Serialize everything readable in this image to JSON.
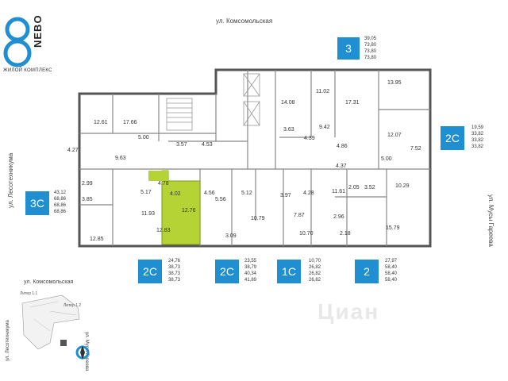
{
  "brand": {
    "name": "NEBO",
    "subtitle": "ЖИЛОЙ КОМПЛЕКС",
    "logo_color": "#1f8fd1"
  },
  "streets": {
    "top": "ул. Комсомольская",
    "left": "ул. Лесотехникума",
    "right": "ул. Мусы Гареева"
  },
  "apartment_types": [
    {
      "label": "3",
      "areas": [
        "39,05",
        "73,80",
        "73,80",
        "73,80"
      ]
    },
    {
      "label": "2С",
      "areas": [
        "19,59",
        "33,82",
        "33,82",
        "33,82"
      ]
    },
    {
      "label": "3С",
      "areas": [
        "43,12",
        "68,86",
        "68,86",
        "68,86"
      ]
    },
    {
      "label": "2С",
      "areas": [
        "24,76",
        "38,73",
        "38,73",
        "38,73"
      ]
    },
    {
      "label": "2С",
      "areas": [
        "23,55",
        "38,79",
        "40,34",
        "41,89"
      ]
    },
    {
      "label": "1С",
      "areas": [
        "10,70",
        "26,82",
        "26,82",
        "26,82"
      ]
    },
    {
      "label": "2",
      "areas": [
        "27,97",
        "58,40",
        "58,40",
        "58,40"
      ]
    }
  ],
  "rooms": [
    "13.95",
    "14.08",
    "11.02",
    "17.31",
    "12.61",
    "17.66",
    "5.00",
    "3.57",
    "4.53",
    "3.63",
    "9.42",
    "4.39",
    "4.86",
    "12.07",
    "7.52",
    "4.27",
    "9.63",
    "5.00",
    "4.37",
    "2.99",
    "5.17",
    "4.78",
    "4.02",
    "4.56",
    "5.12",
    "3.97",
    "4.28",
    "11.61",
    "2.05",
    "3.52",
    "10.29",
    "3.85",
    "11.93",
    "12.83",
    "12.76",
    "5.56",
    "10.79",
    "7.87",
    "2.96",
    "12.85",
    "3.09",
    "10.70",
    "2.18",
    "15.79"
  ],
  "highlight_color": "#b5d334",
  "key_plan": {
    "street_top": "ул. Комсомольская",
    "street_left": "ул. Лесотехникума",
    "street_right": "ул. Мусы Гареева",
    "labels": [
      "Литер 1.1",
      "Литер 1.2"
    ]
  },
  "watermark": "Циан"
}
